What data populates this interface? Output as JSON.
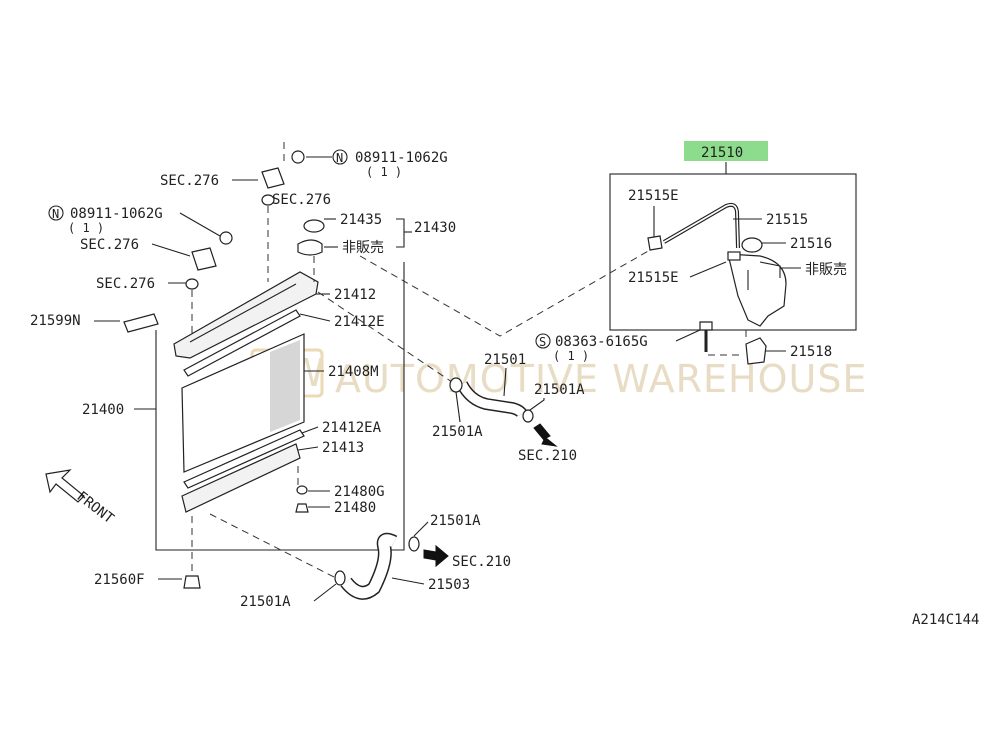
{
  "watermark": {
    "badge": "AW",
    "text": "AUTOMOTIVE WAREHOUSE"
  },
  "highlight_color": "#8ddc8d",
  "labels": {
    "p21510": "21510",
    "p21515E_a": "21515E",
    "p21515": "21515",
    "p21516": "21516",
    "p21515E_b": "21515E",
    "hibaihin_tank": "非販売",
    "screw_prefix": "S",
    "screw": "08363-6165G",
    "screw_qty": "( 1 )",
    "p21518": "21518",
    "nut_prefix_top": "N",
    "nut_top": "08911-1062G",
    "nut_top_qty": "( 1 )",
    "sec276_a": "SEC.276",
    "sec276_b": "SEC.276",
    "p21435": "21435",
    "p21430": "21430",
    "hibaihin_cap": "非販売",
    "nut_prefix_left": "N",
    "nut_left": "08911-1062G",
    "nut_left_qty": "( 1 )",
    "sec276_c": "SEC.276",
    "sec276_d": "SEC.276",
    "p21412": "21412",
    "p21412E": "21412E",
    "p21599N": "21599N",
    "p21408M": "21408M",
    "p21400": "21400",
    "p21412EA": "21412EA",
    "p21413": "21413",
    "p21480G": "21480G",
    "p21480": "21480",
    "p21501": "21501",
    "p21501A_a": "21501A",
    "p21501A_b": "21501A",
    "sec210_a": "SEC.210",
    "p21501A_c": "21501A",
    "sec210_b": "SEC.210",
    "p21503": "21503",
    "p21501A_d": "21501A",
    "p21560F": "21560F",
    "front": "FRONT",
    "diagram_code": "A214C144"
  },
  "icons": [
    "front-arrow-icon",
    "sec-arrow-icon",
    "nut-icon",
    "screw-icon",
    "clamp-icon"
  ]
}
